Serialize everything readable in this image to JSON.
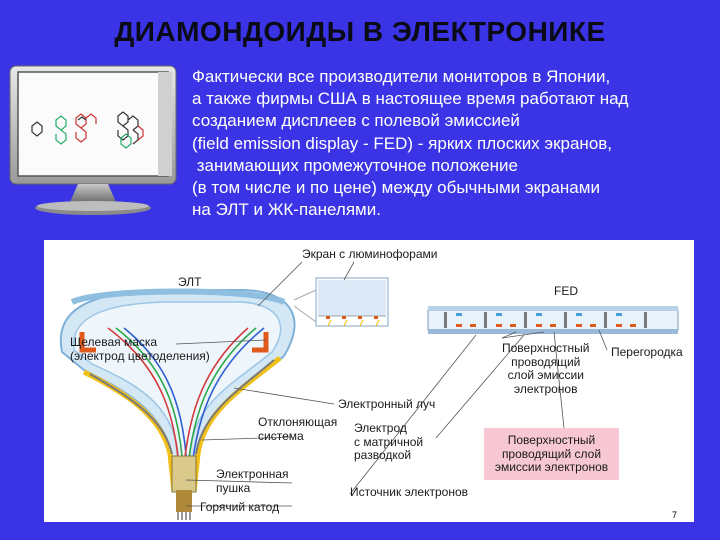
{
  "slide": {
    "title": "ДИАМОНДОИДЫ В ЭЛЕКТРОНИКЕ",
    "paragraph_lines": [
      "Фактически все производители мониторов в Японии,",
      "а также фирмы США в настоящее время работают над",
      "созданием дисплеев с полевой эмиссией",
      "(field emission display - FED) - ярких плоских экранов,",
      " занимающих промежуточное положение",
      "(в том числе и по цене) между обычными экранами",
      "на ЭЛТ и ЖК-панелями."
    ],
    "page_number": "7"
  },
  "diagram": {
    "labels": {
      "screen_phosphor": "Экран с люминофорами",
      "crt": "ЭЛТ",
      "fed": "FED",
      "shadow_mask_1": "Щелевая маска",
      "shadow_mask_2": "(электрод цветоделения)",
      "surface_layer_1": "Поверхностный",
      "surface_layer_2": "проводящий",
      "surface_layer_3": "слой эмиссии",
      "surface_layer_4": "электронов",
      "partition": "Перегородка",
      "electron_beam": "Электронный луч",
      "deflection_1": "Отклоняющая",
      "deflection_2": "система",
      "matrix_electrode_1": "Электрод",
      "matrix_electrode_2": "с матричной",
      "matrix_electrode_3": "разводкой",
      "pink_box_1": "Поверхностный",
      "pink_box_2": "проводящий слой",
      "pink_box_3": "эмиссии электронов",
      "electron_gun_1": "Электронная",
      "electron_gun_2": "пушка",
      "hot_cathode": "Горячий катод",
      "electron_source": "Источник электронов"
    }
  },
  "colors": {
    "background": "#3a34e6",
    "title_text": "#0b0b16",
    "paragraph_text": "#ffffff",
    "crt_glass": "#a9d3ef",
    "funnel_yellow": "#f1c018",
    "mask_orange": "#e05a1c",
    "pink_box": "#f7c8d4"
  }
}
